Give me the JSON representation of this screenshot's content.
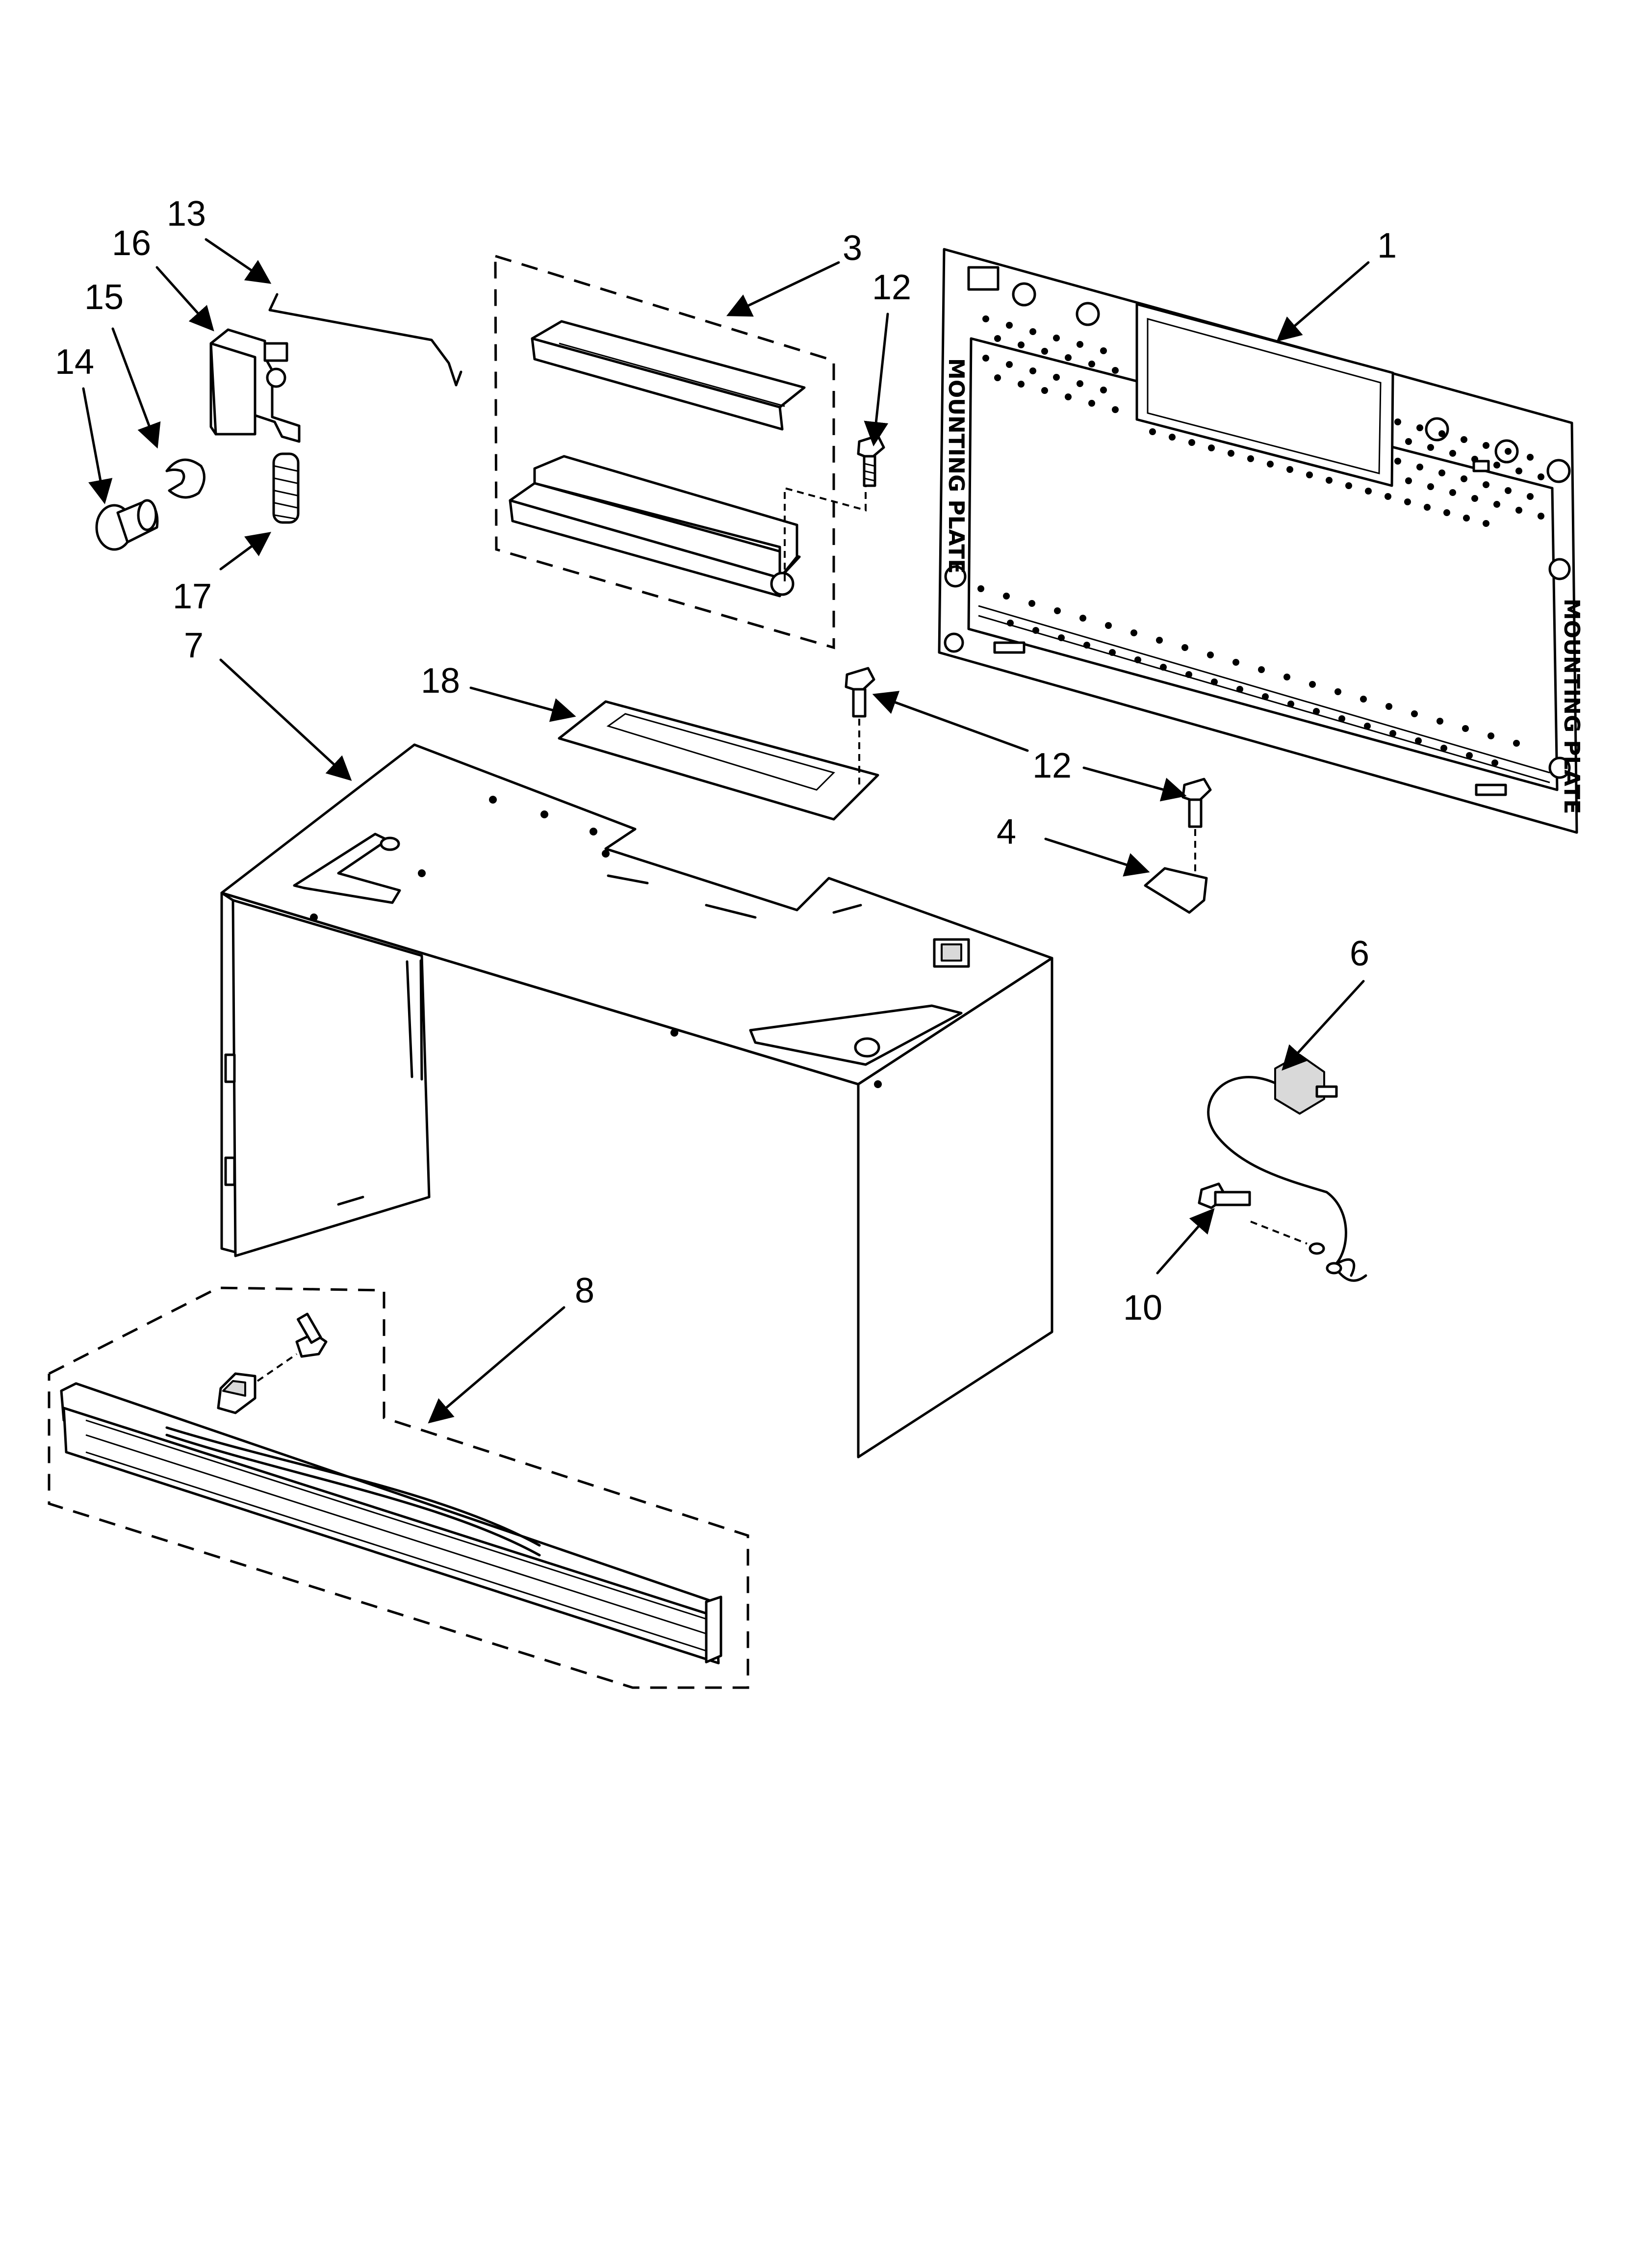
{
  "diagram": {
    "callouts": [
      {
        "id": "c1",
        "label": "1"
      },
      {
        "id": "c3",
        "label": "3"
      },
      {
        "id": "c4",
        "label": "4"
      },
      {
        "id": "c6",
        "label": "6"
      },
      {
        "id": "c7",
        "label": "7"
      },
      {
        "id": "c8",
        "label": "8"
      },
      {
        "id": "c10",
        "label": "10"
      },
      {
        "id": "c12a",
        "label": "12"
      },
      {
        "id": "c12b",
        "label": "12"
      },
      {
        "id": "c13",
        "label": "13"
      },
      {
        "id": "c14",
        "label": "14"
      },
      {
        "id": "c15",
        "label": "15"
      },
      {
        "id": "c16",
        "label": "16"
      },
      {
        "id": "c17",
        "label": "17"
      },
      {
        "id": "c18",
        "label": "18"
      }
    ],
    "plate_stamp": "MOUNTING PLATE"
  }
}
